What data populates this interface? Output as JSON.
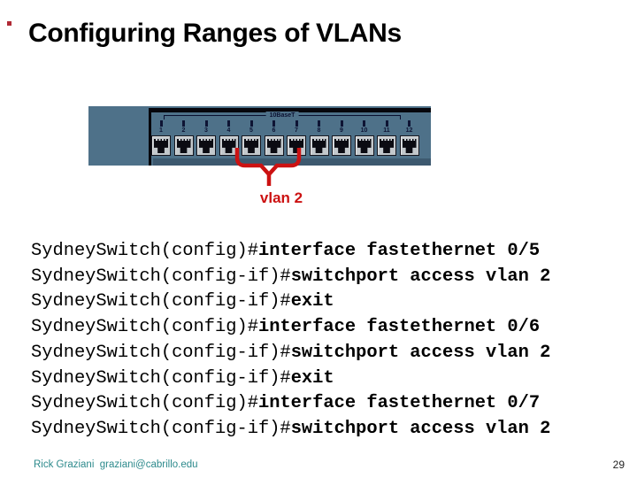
{
  "slide": {
    "title": "Configuring Ranges of VLANs",
    "footer": "Rick Graziani  graziani@cabrillo.edu",
    "page_number": "29"
  },
  "colors": {
    "accent_red": "#cc1212",
    "panel_blue": "#4e7189",
    "footer_teal": "#2d8a8c"
  },
  "switch_figure": {
    "group_label": "10BaseT",
    "port_numbers": [
      "1",
      "2",
      "3",
      "4",
      "5",
      "6",
      "7",
      "8",
      "9",
      "10",
      "11",
      "12"
    ],
    "highlighted_ports": [
      "5",
      "6",
      "7"
    ],
    "annotation": "vlan 2"
  },
  "console": {
    "lines": [
      {
        "prompt": "SydneySwitch(config)#",
        "command": "interface fastethernet 0/5"
      },
      {
        "prompt": "SydneySwitch(config-if)#",
        "command": "switchport access vlan 2"
      },
      {
        "prompt": "SydneySwitch(config-if)#",
        "command": "exit"
      },
      {
        "prompt": "SydneySwitch(config)#",
        "command": "interface fastethernet 0/6"
      },
      {
        "prompt": "SydneySwitch(config-if)#",
        "command": "switchport access vlan 2"
      },
      {
        "prompt": "SydneySwitch(config-if)#",
        "command": "exit"
      },
      {
        "prompt": "SydneySwitch(config)#",
        "command": "interface fastethernet 0/7"
      },
      {
        "prompt": "SydneySwitch(config-if)#",
        "command": "switchport access vlan 2"
      }
    ]
  }
}
